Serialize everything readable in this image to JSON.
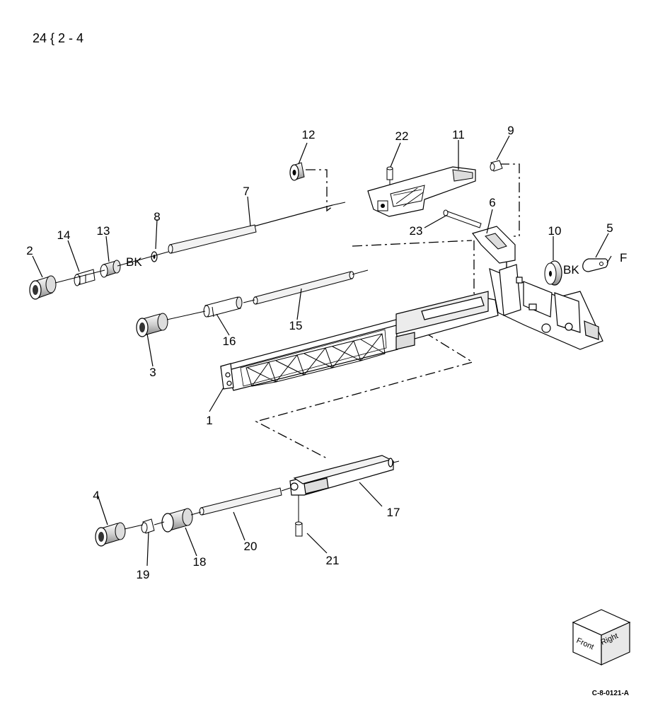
{
  "header": {
    "page_ref": "24 { 2 - 4"
  },
  "footer": {
    "figure_code": "C-8-0121-A"
  },
  "orientation": {
    "front": "Front",
    "right": "Right"
  },
  "labels": {
    "bk_left": "BK",
    "bk_right": "BK",
    "f": "F"
  },
  "callouts": {
    "c1": "1",
    "c2": "2",
    "c3": "3",
    "c4": "4",
    "c5": "5",
    "c6": "6",
    "c7": "7",
    "c8": "8",
    "c9": "9",
    "c10": "10",
    "c11": "11",
    "c12": "12",
    "c13": "13",
    "c14": "14",
    "c15": "15",
    "c16": "16",
    "c17": "17",
    "c18": "18",
    "c19": "19",
    "c20": "20",
    "c21": "21",
    "c22": "22",
    "c23": "23"
  },
  "colors": {
    "ink": "#000000",
    "paper": "#ffffff",
    "shade": "#d9d9d9"
  }
}
